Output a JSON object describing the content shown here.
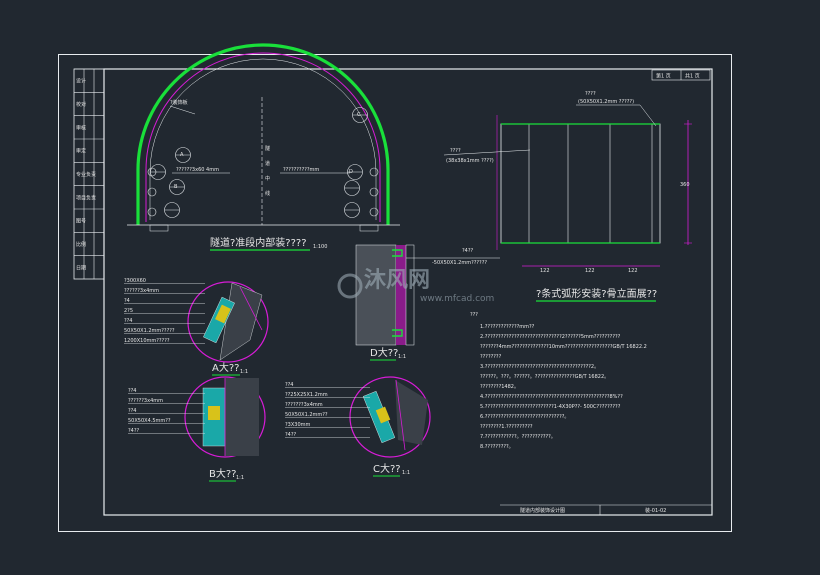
{
  "drawing": {
    "main_title": "隧道?准段内部装????",
    "main_title_scale": "1:100",
    "elevation_title": "?条式弧形安装?骨立面展??",
    "detail_a_title": "A大??",
    "detail_b_title": "B大??",
    "detail_c_title": "C大??",
    "detail_d_title": "D大??",
    "detail_scale": "1:1",
    "sheet_label_1": "第1 页",
    "sheet_label_2": "共1 页",
    "bottom_title": "隧道内部装饰设计图",
    "bottom_number": "装-01-02",
    "watermark_main": "沐风网",
    "watermark_sub": "www.mfcad.com"
  },
  "arch": {
    "top_label": "?装饰板",
    "left_label": "??????3x60 4mm",
    "right_label": "??????????mm",
    "center_text": [
      "隧",
      "道",
      "中",
      "线"
    ],
    "callouts": [
      "A",
      "B",
      "C",
      "D"
    ]
  },
  "elevation": {
    "top_note": "????",
    "top_spec": "(50X50X1.2mm ?????)",
    "left_note": "????",
    "left_spec": "(38x38x1mm ????)",
    "dim_right": "360",
    "dims_bottom": [
      "122",
      "122",
      "122"
    ]
  },
  "details": {
    "a_labels": [
      "?300X60",
      "??????3x4mm",
      "?4",
      "2?5",
      "??4",
      "50X50X1.2mm?????",
      "1200X10mm?????"
    ],
    "b_labels": [
      "??4",
      "??????3x4mm",
      "??4",
      "50X50X4.5mm??",
      "?4??"
    ],
    "c_labels": [
      "??4",
      "??25X25X1.2mm",
      "???????3x4mm",
      "50X50X1.2mm??",
      "?3X30mm",
      "?4??"
    ],
    "d_label": "-50X50X1.2mm??????",
    "d_sub": "?4??"
  },
  "notes": {
    "head": "???",
    "lines": [
      "1.?????????????mm??",
      "2.?????????????????????????????2??????5mm??????????",
      "  ???????4mm??????????????10mm??????????????????GB/T 16822.2",
      "  ????????",
      "3.????????????????????????????????????????2。",
      "  ??????。???。??????。???????????????GB/T 16822。",
      "  ????????1482。",
      "4.???????????????????????????????????????????????8%??",
      "5.??????????????????????????1-4X30P??- 500C?????????",
      "6.??????????????????????????????。",
      "  ????????1.??????????",
      "7.????????????。???????????。",
      "8.?????????。"
    ]
  },
  "left_table": {
    "cells": [
      "设计",
      "校对",
      "审核",
      "审定",
      "专业负责",
      "项目负责",
      "图号",
      "比例",
      "日期"
    ]
  }
}
